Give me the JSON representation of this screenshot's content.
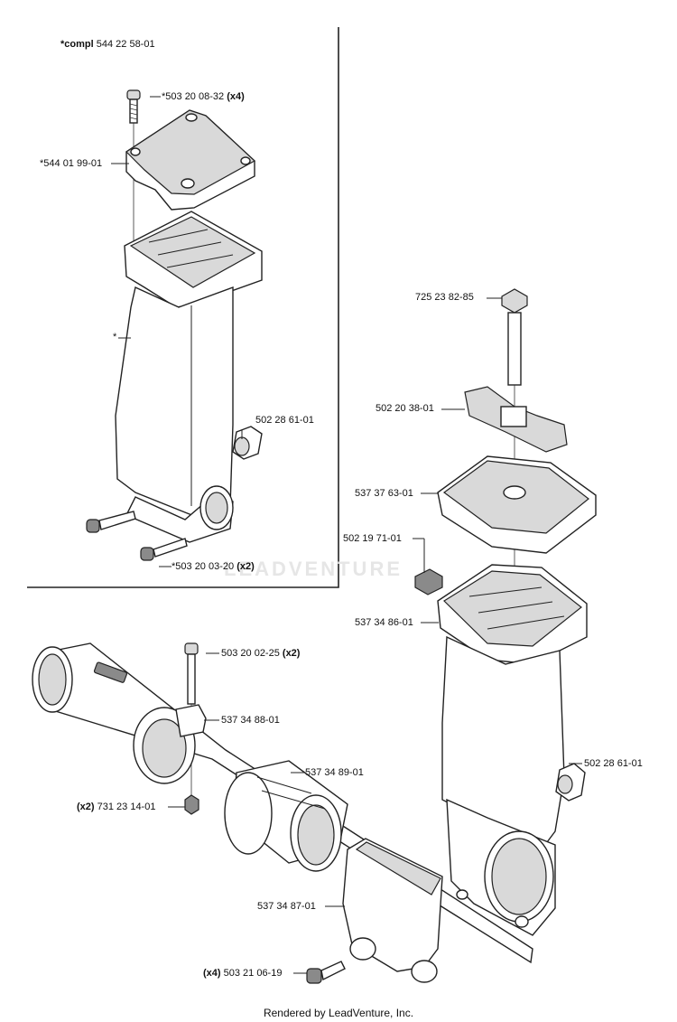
{
  "compl": {
    "prefix": "*compl",
    "number": "544 22 58-01"
  },
  "labels": {
    "screw_top": {
      "text": "*503 20 08-32",
      "qty": "(x4)"
    },
    "cover_top": {
      "text": "*544 01 99-01"
    },
    "star": {
      "text": "*"
    },
    "knob_left": {
      "text": "502 28 61-01"
    },
    "screw_left_bottom": {
      "text": "*503 20 03-20",
      "qty": "(x2)"
    },
    "bolt": {
      "text": "725 23 82-85"
    },
    "wing_nut": {
      "text": "502 20 38-01"
    },
    "cap": {
      "text": "537 37 63-01"
    },
    "square_nut": {
      "text": "502 19 71-01"
    },
    "clamp_top": {
      "text": "537 34 86-01"
    },
    "knob_right": {
      "text": "502 28 61-01"
    },
    "screw_mid": {
      "text": "503 20 02-25",
      "qty": "(x2)"
    },
    "clamp_ring": {
      "text": "537 34 88-01"
    },
    "sleeve": {
      "text": "537 34 89-01"
    },
    "nut_small": {
      "qty": "(x2)",
      "text": "731 23 14-01"
    },
    "clamp_lower": {
      "text": "537 34 87-01"
    },
    "screw_bottom": {
      "qty": "(x4)",
      "text": "503 21 06-19"
    }
  },
  "watermark": "LEADVENTURE",
  "footer": "Rendered by LeadVenture, Inc."
}
